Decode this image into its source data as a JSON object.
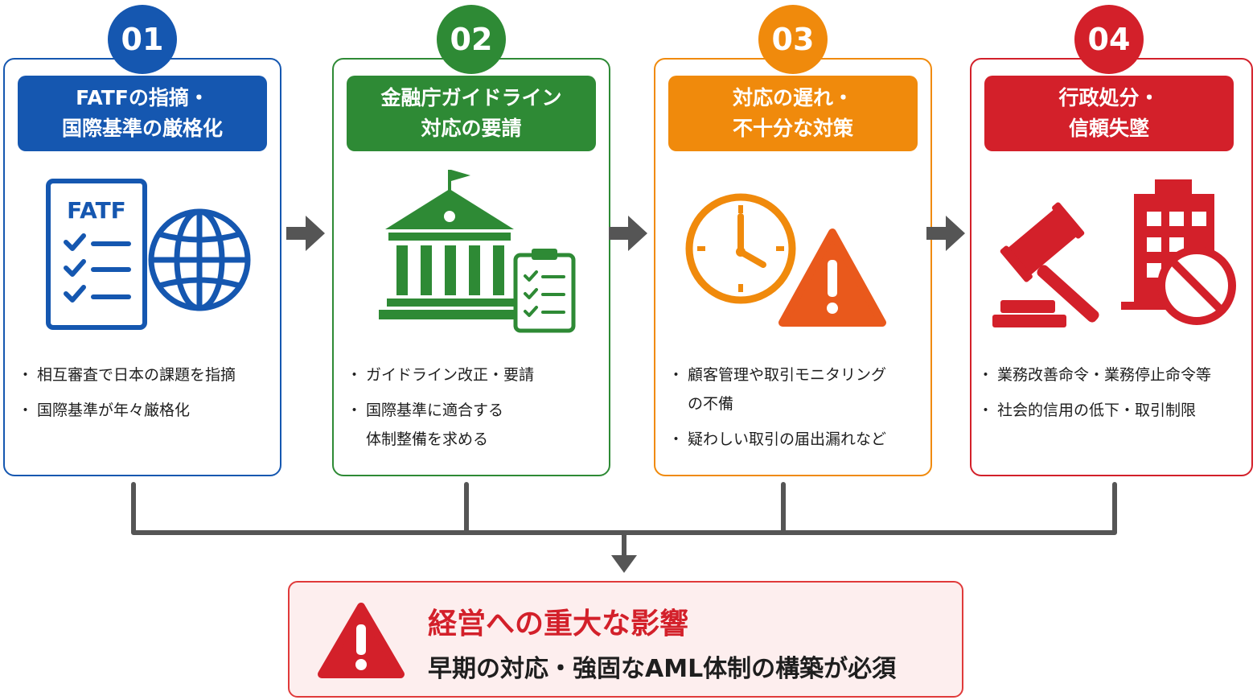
{
  "steps": [
    {
      "number": "01",
      "title_line1": "FATFの指摘・",
      "title_line2": "国際基準の厳格化",
      "icon_label": "FATF",
      "bullets": [
        "相互審査で日本の課題を指摘",
        "国際基準が年々厳格化"
      ],
      "color": "#1557b0",
      "icons": [
        "checklist-document-icon",
        "globe-icon"
      ]
    },
    {
      "number": "02",
      "title_line1": "金融庁ガイドライン",
      "title_line2": "対応の要請",
      "bullets": [
        "ガイドライン改正・要請",
        "国際基準に適合する",
        "体制整備を求める"
      ],
      "color": "#2e8a35",
      "icons": [
        "government-building-icon",
        "clipboard-checklist-icon"
      ]
    },
    {
      "number": "03",
      "title_line1": "対応の遅れ・",
      "title_line2": "不十分な対策",
      "bullets": [
        "顧客管理や取引モニタリング",
        "の不備",
        "疑わしい取引の届出漏れなど"
      ],
      "color": "#f08a0c",
      "icons": [
        "clock-icon",
        "warning-triangle-icon"
      ]
    },
    {
      "number": "04",
      "title_line1": "行政処分・",
      "title_line2": "信頼失墜",
      "bullets": [
        "業務改善命令・業務停止命令等",
        "社会的信用の低下・取引制限"
      ],
      "color": "#d3202a",
      "icons": [
        "gavel-icon",
        "building-prohibited-icon"
      ]
    }
  ],
  "connector_color": "#555555",
  "result": {
    "title": "経営への重大な影響",
    "subtitle": "早期の対応・強固なAML体制の構築が必須",
    "icon": "warning-triangle-icon",
    "color": "#d3202a"
  }
}
